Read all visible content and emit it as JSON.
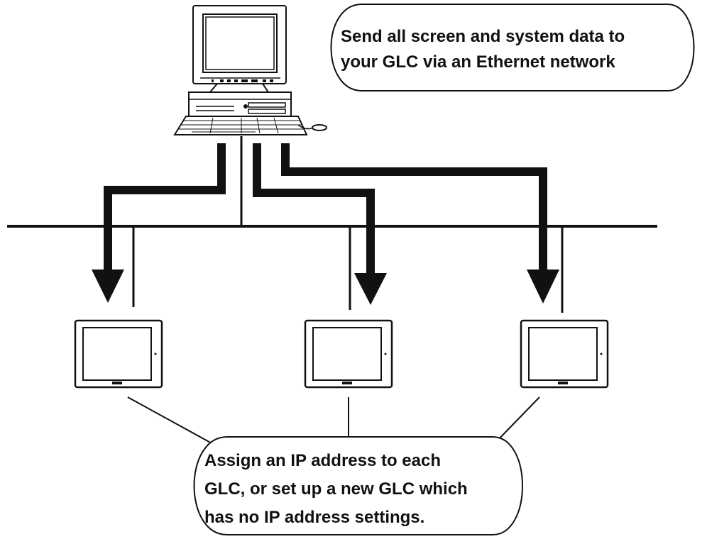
{
  "callouts": {
    "top": {
      "line1": "Send all screen and system data to",
      "line2": "your GLC via an Ethernet network"
    },
    "bottom": {
      "line1": "Assign an IP address to each",
      "line2": "GLC, or set up a new GLC which",
      "line3": "has no IP address settings."
    }
  },
  "devices": {
    "host": {
      "icon": "desktop-computer-icon"
    },
    "glc_count": 3,
    "glc_icon": "glc-panel-icon"
  },
  "colors": {
    "ink": "#111111",
    "background": "#ffffff"
  }
}
